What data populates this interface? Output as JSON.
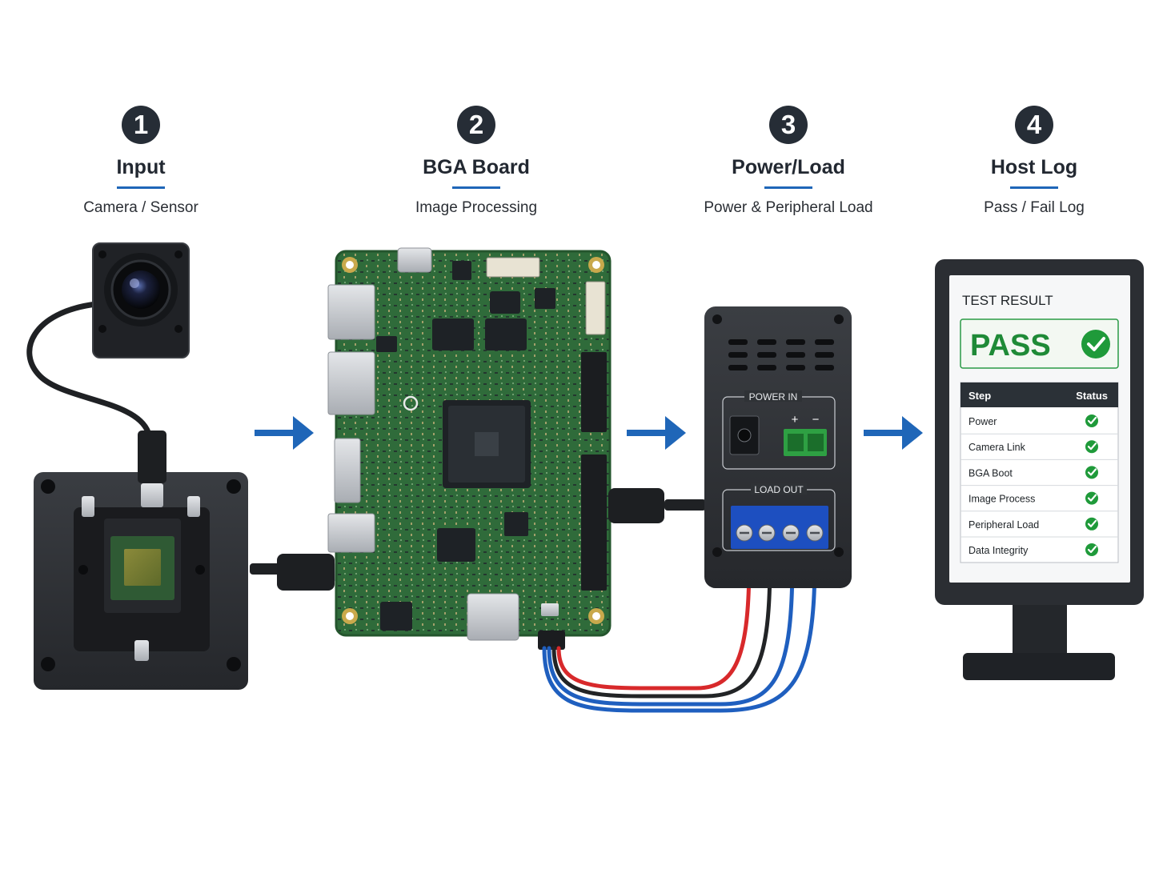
{
  "steps": [
    {
      "number": "1",
      "title": "Input",
      "subtitle": "Camera / Sensor"
    },
    {
      "number": "2",
      "title": "BGA Board",
      "subtitle": "Image Processing"
    },
    {
      "number": "3",
      "title": "Power/Load",
      "subtitle": "Power & Peripheral Load"
    },
    {
      "number": "4",
      "title": "Host Log",
      "subtitle": "Pass / Fail Log"
    }
  ],
  "power_box": {
    "power_in_label": "POWER IN",
    "plus": "+",
    "minus": "−",
    "load_out_label": "LOAD OUT"
  },
  "monitor": {
    "heading": "TEST RESULT",
    "result": "PASS",
    "table_headers": {
      "step": "Step",
      "status": "Status"
    },
    "rows": [
      {
        "step": "Power",
        "status": "pass"
      },
      {
        "step": "Camera Link",
        "status": "pass"
      },
      {
        "step": "BGA Boot",
        "status": "pass"
      },
      {
        "step": "Image Process",
        "status": "pass"
      },
      {
        "step": "Peripheral Load",
        "status": "pass"
      },
      {
        "step": "Data Integrity",
        "status": "pass"
      }
    ]
  },
  "colors": {
    "accent_blue": "#1f66b8",
    "pass_green": "#1f9a3a",
    "pcb_green": "#2f6b3a",
    "dark": "#262d36"
  }
}
